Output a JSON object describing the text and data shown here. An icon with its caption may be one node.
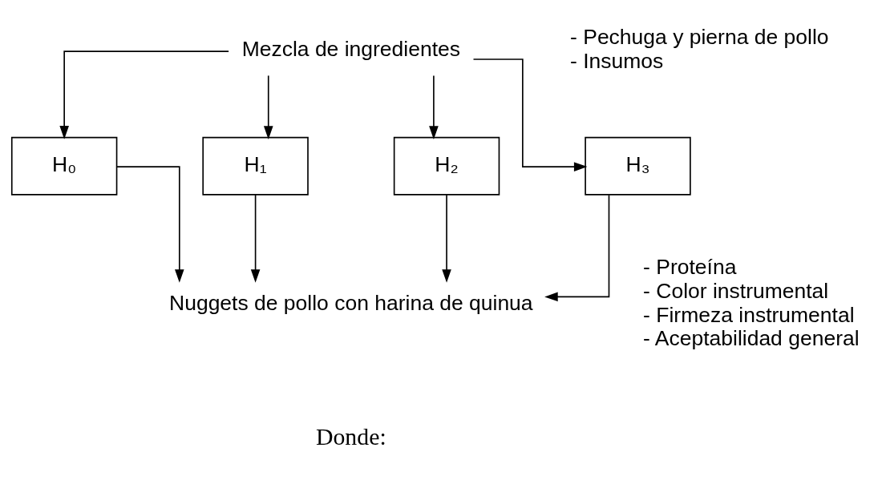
{
  "diagram": {
    "nodes": [
      {
        "text": [
          "Mezcla de ingredientes"
        ],
        "beside": [
          "- Pechuga y pierna de pollo",
          "- Insumos"
        ]
      },
      {
        "text": [
          "H₀"
        ]
      },
      {
        "text": [
          "H₁"
        ]
      },
      {
        "text": [
          "H₂"
        ]
      },
      {
        "text": [
          "H₃"
        ]
      },
      {
        "text": [
          "Nuggets de pollo con harina de quinua"
        ],
        "beside": [
          "- Proteína",
          "- Color instrumental",
          "- Firmeza instrumental",
          "- Aceptabilidad general"
        ]
      }
    ],
    "edges": [
      {
        "from": 0,
        "to": 1,
        "arrow": "to"
      },
      {
        "from": 0,
        "to": 2,
        "arrow": "to"
      },
      {
        "from": 0,
        "to": 3,
        "arrow": "to"
      },
      {
        "from": 0,
        "to": 4,
        "arrow": "to"
      },
      {
        "from": 1,
        "to": 5,
        "arrow": "to"
      },
      {
        "from": 2,
        "to": 5,
        "arrow": "to"
      },
      {
        "from": 3,
        "to": 5,
        "arrow": "to"
      },
      {
        "from": 4,
        "to": 5,
        "arrow": "to"
      }
    ],
    "labels": [
      "Donde:"
    ]
  }
}
